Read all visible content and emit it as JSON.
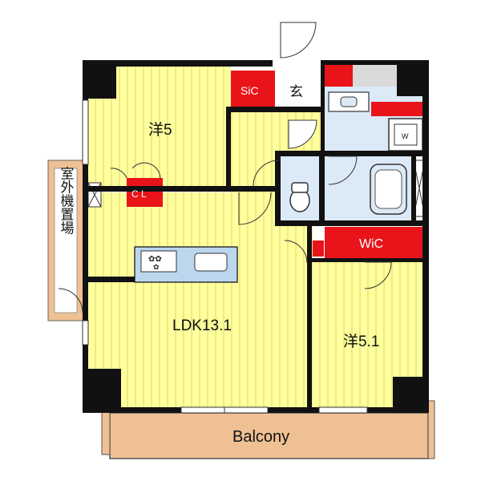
{
  "rooms": {
    "western_room_1": "洋5",
    "shoe_closet": "SiC",
    "entrance": "玄",
    "closet": "C L",
    "outdoor_unit_space": "室外機置場",
    "ldk": "LDK13.1",
    "walk_in_closet": "WiC",
    "western_room_2": "洋5.1",
    "balcony": "Balcony",
    "washer_pan": "W"
  },
  "colors": {
    "floor": "#ffff9e",
    "floor_stripe": "#d9d76a",
    "wall": "#111111",
    "storage": "#e8141a",
    "wet_area": "#dce9f7",
    "balcony": "#efc093",
    "counter": "#bcd6ee",
    "outdoor": "#d9d9d9"
  }
}
